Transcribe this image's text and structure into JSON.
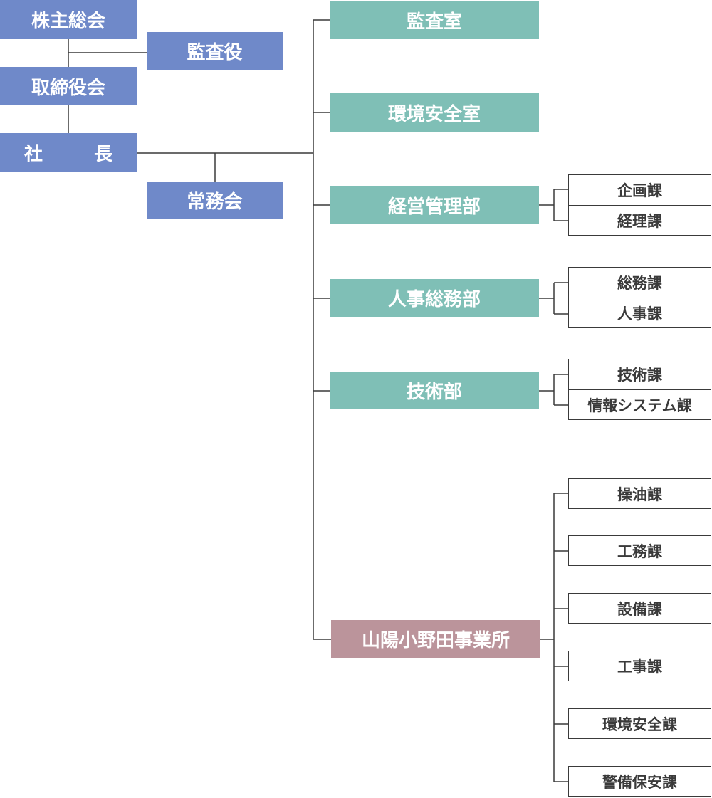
{
  "executive": {
    "shareholders": "株主総会",
    "auditor": "監査役",
    "board": "取締役会",
    "president_left": "社",
    "president_right": "長",
    "managing_board": "常務会"
  },
  "departments": {
    "audit_office": "監査室",
    "env_safety_office": "環境安全室",
    "management_dept": "経営管理部",
    "hr_general_dept": "人事総務部",
    "engineering_dept": "技術部",
    "sanyo_onoda_site": "山陽小野田事業所"
  },
  "sections": {
    "planning": "企画課",
    "accounting": "経理課",
    "general_affairs": "総務課",
    "personnel": "人事課",
    "engineering": "技術課",
    "info_systems": "情報システム課",
    "oil_operations": "操油課",
    "works": "工務課",
    "equipment": "設備課",
    "construction": "工事課",
    "env_safety": "環境安全課",
    "security": "警備保安課"
  },
  "colors": {
    "executive": "#6f89c9",
    "department": "#7fbfb6",
    "site": "#bb949b",
    "line": "#3a3a3a"
  }
}
